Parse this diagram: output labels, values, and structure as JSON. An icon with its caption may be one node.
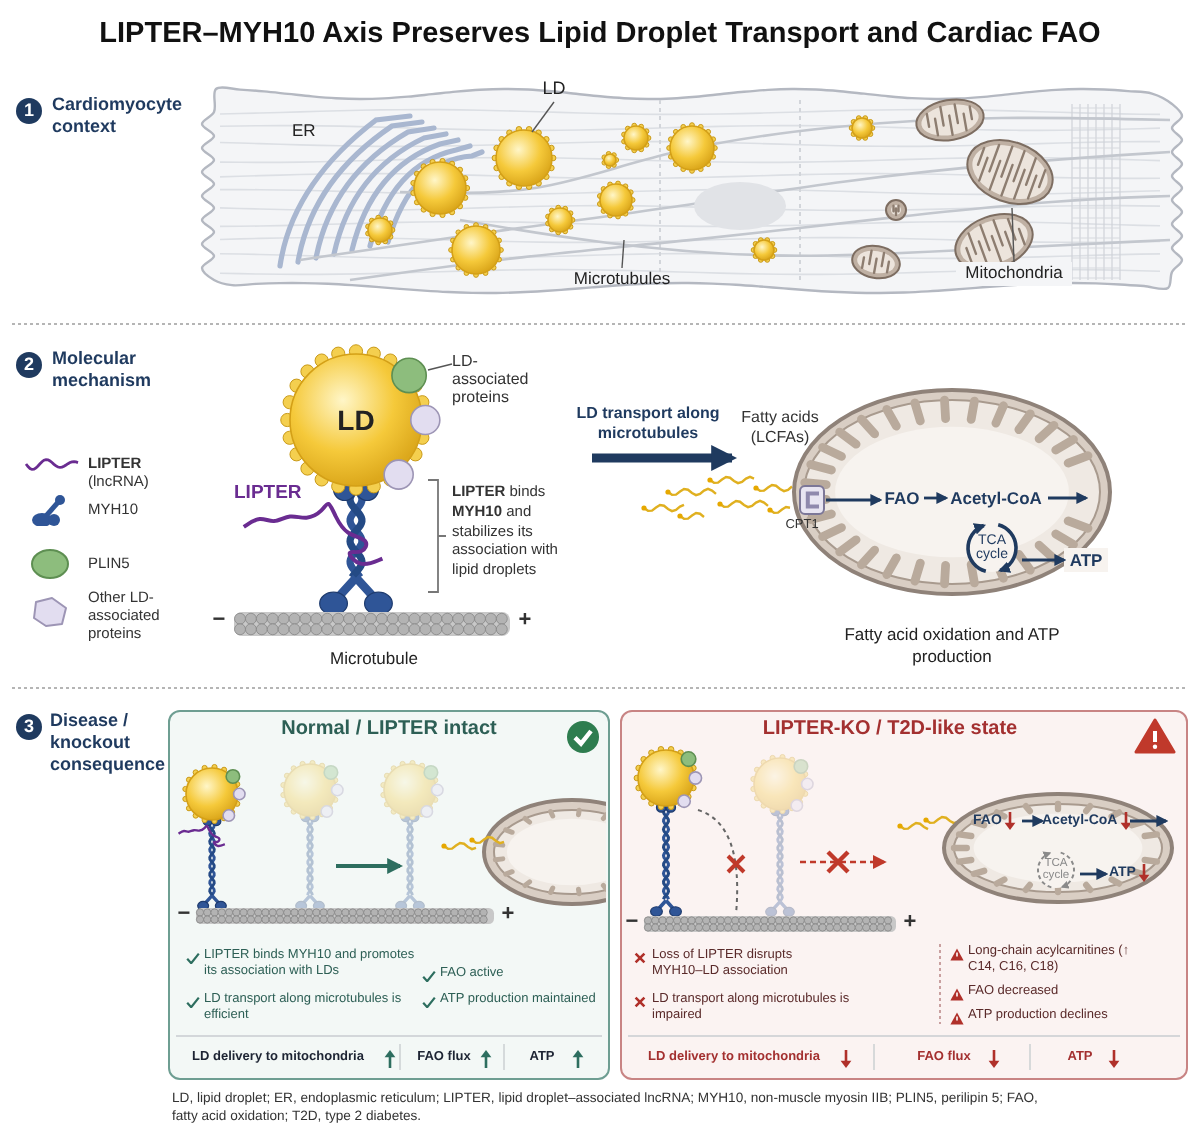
{
  "diagram": {
    "title": "LIPTER–MYH10 Axis Preserves Lipid Droplet Transport and Cardiac FAO",
    "caption": "LD, lipid droplet; ER, endoplasmic reticulum; LIPTER, lipid droplet–associated lncRNA; MYH10, non-muscle myosin IIB; PLIN5, perilipin 5; FAO, fatty acid oxidation; T2D, type 2 diabetes.",
    "nodes": [
      {
        "text": [
          "LD"
        ]
      },
      {
        "text": [
          "Microtubules"
        ]
      },
      {
        "text": [
          "Mitochondria"
        ]
      },
      {
        "text": [
          "LD"
        ]
      },
      {
        "text": [
          "LD-associated proteins"
        ]
      },
      {
        "text": [
          "**LIPTER** binds **MYH10** and stabilizes its association with lipid droplets"
        ]
      },
      {
        "text": [
          "Fatty acids (LCFAs)"
        ]
      },
      {
        "text": [],
        "shape": "ellipse",
        "beside": [
          "Fatty acid oxidation and ATP production"
        ]
      },
      {
        "text": [],
        "shape": "box",
        "beside": [
          "CPT1"
        ],
        "in": 7
      },
      {
        "text": [
          "FAO"
        ],
        "in": 7
      },
      {
        "text": [
          "Acetyl-CoA"
        ],
        "in": 7
      },
      {
        "text": [
          "TCA cycle"
        ],
        "in": 7
      },
      {
        "text": [
          "ATP"
        ],
        "in": 7
      },
      {
        "text": [
          "Normal / LIPTER intact",
          "LIPTER binds MYH10 and promotes its association with LDs",
          "LD transport along microtubules is efficient",
          "FAO active",
          "ATP production maintained",
          "LD delivery to mitochondria",
          "FAO flux",
          "ATP"
        ]
      },
      {
        "text": [
          "LIPTER-KO / T2D-like state",
          "Loss of LIPTER disrupts MYH10–LD association",
          "LD transport along microtubules is impaired",
          "Long-chain acylcarnitines (↑ C14, C16, C18)",
          "FAO decreased",
          "ATP production declines",
          "LD delivery to mitochondria",
          "FAO flux",
          "ATP"
        ]
      },
      {
        "text": [],
        "shape": "ellipse",
        "in": 14
      },
      {
        "text": [
          "FAO"
        ],
        "in": 15
      },
      {
        "text": [
          "Acetyl-CoA"
        ],
        "in": 15
      },
      {
        "text": [
          "TCA cycle"
        ],
        "in": 15
      },
      {
        "text": [
          "ATP"
        ],
        "in": 15
      }
    ],
    "edges": [
      {
        "from": 0,
        "to": null,
        "arrow": "none",
        "color": "#555555"
      },
      {
        "from": 1,
        "to": null,
        "arrow": "none",
        "color": "#555555"
      },
      {
        "from": 2,
        "to": null,
        "arrow": "none",
        "color": "#555555"
      },
      {
        "from": 4,
        "to": null,
        "arrow": "none",
        "color": "#555555"
      },
      {
        "from": null,
        "to": 6,
        "arrow": "to",
        "label": "LD transport along microtubules",
        "style": "thick"
      },
      {
        "from": 8,
        "to": 9,
        "arrow": "to"
      },
      {
        "from": 9,
        "to": 10,
        "arrow": "to"
      },
      {
        "from": 10,
        "to": null,
        "arrow": "to"
      },
      {
        "from": 11,
        "to": 12,
        "arrow": "to"
      },
      {
        "from": 16,
        "to": 17,
        "arrow": "to"
      },
      {
        "from": 17,
        "to": null,
        "arrow": "to"
      },
      {
        "from": 18,
        "to": 19,
        "arrow": "to"
      }
    ],
    "labels": [
      "1",
      "Cardiomyocyte context",
      "ER",
      "2",
      "Molecular mechanism",
      "LIPTER",
      "−",
      "+",
      "Microtubule",
      "3",
      "Disease / knockout consequence",
      "−",
      "+",
      "−",
      "+"
    ],
    "legend": [
      {
        "text": "**LIPTER** (lncRNA)"
      },
      {
        "text": "MYH10"
      },
      {
        "text": "PLIN5"
      },
      {
        "text": "Other LD-associated proteins"
      }
    ]
  }
}
